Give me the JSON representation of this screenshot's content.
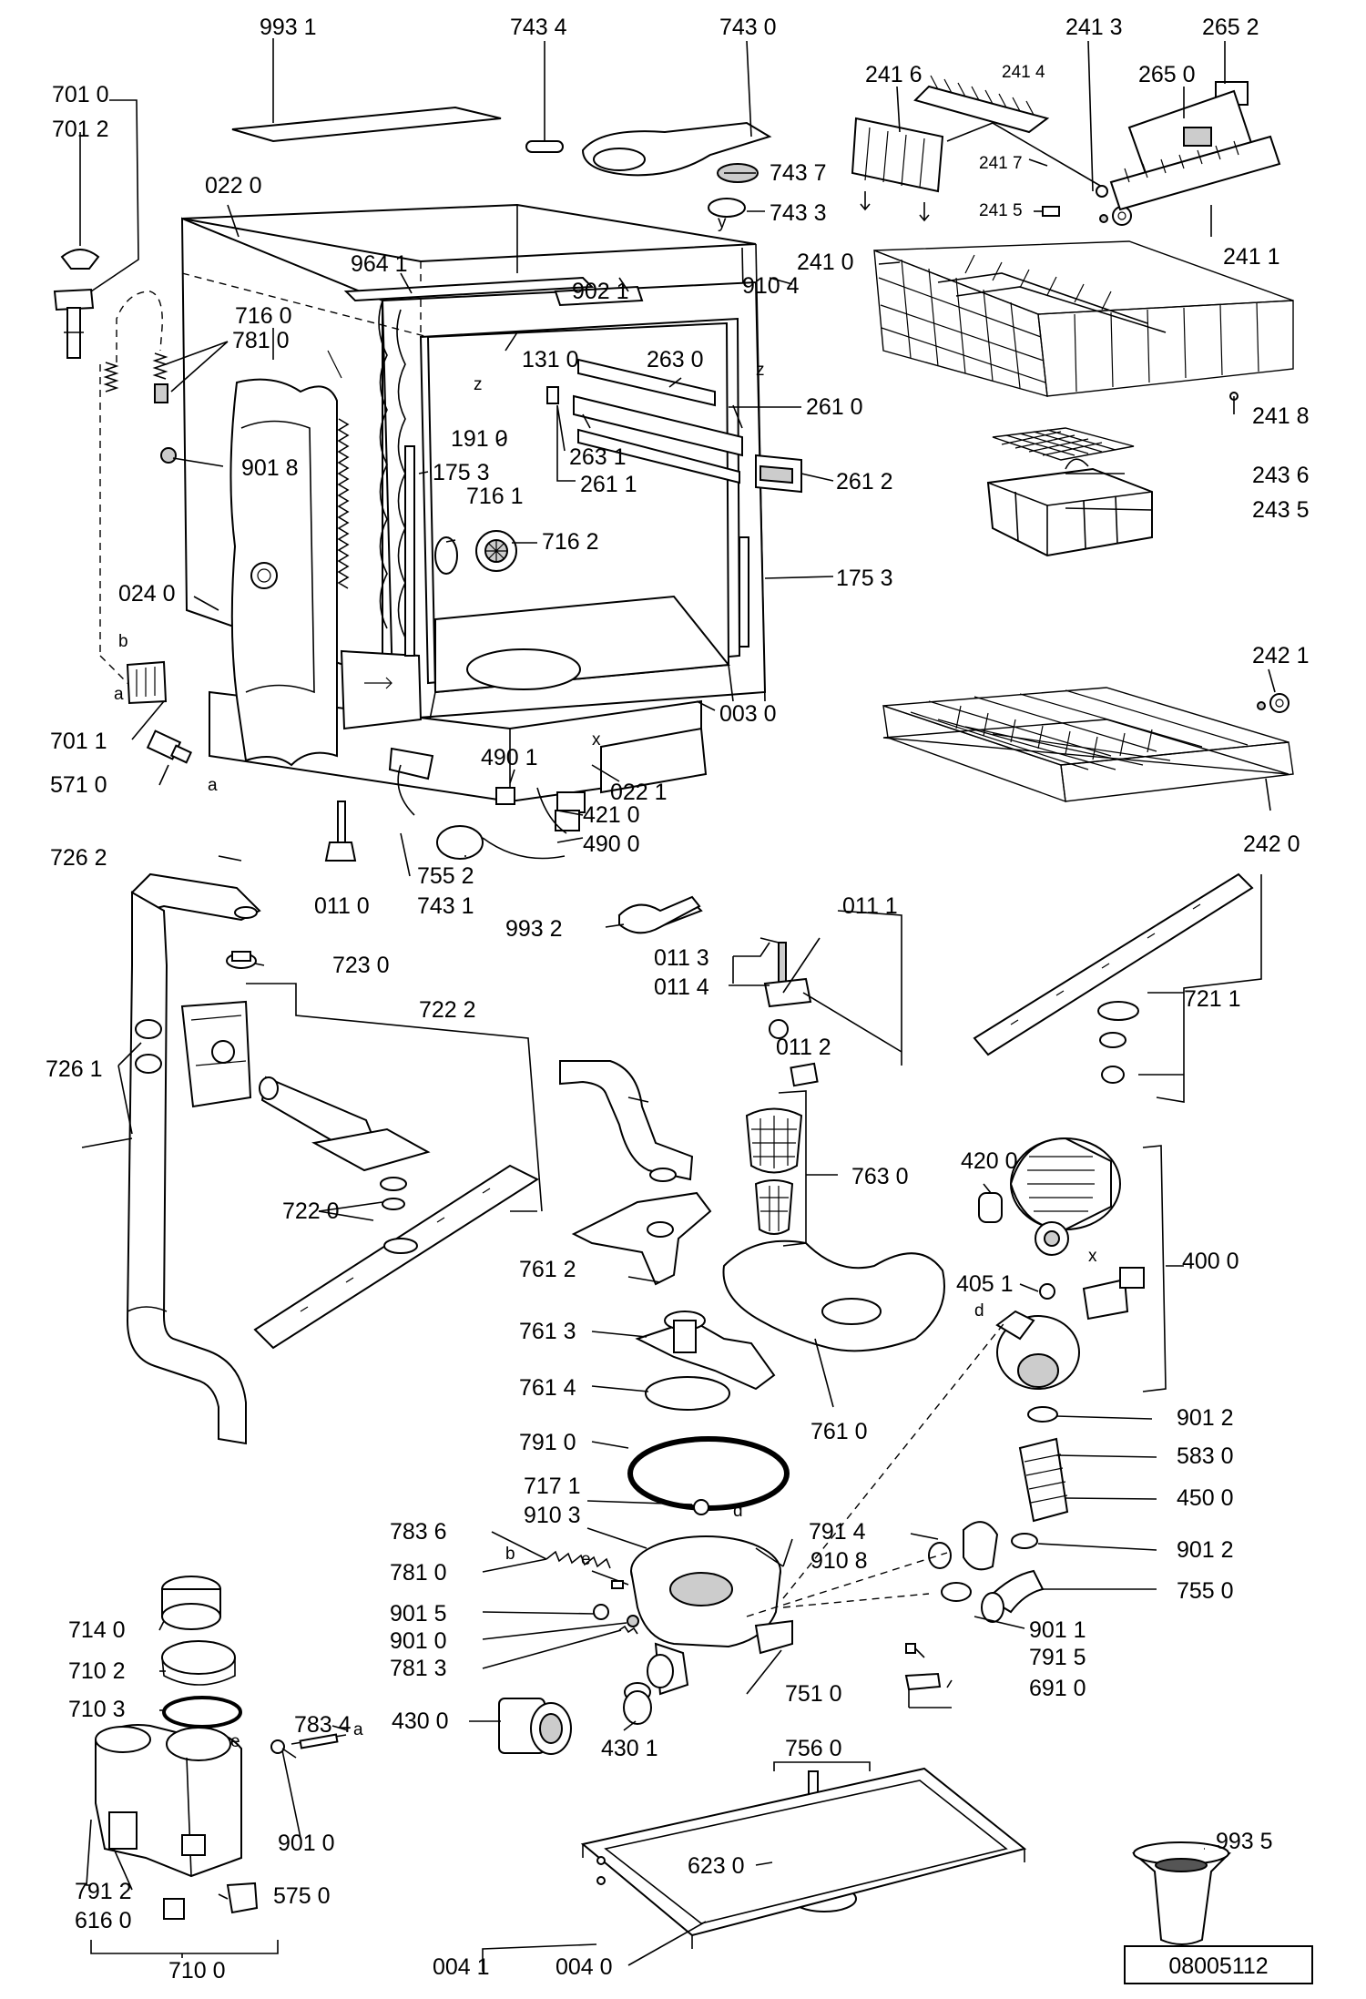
{
  "labels": {
    "l_9931": "993 1",
    "l_7434": "743 4",
    "l_7430": "743 0",
    "l_2416": "241 6",
    "l_2414": "241 4",
    "l_2413": "241 3",
    "l_2652": "265 2",
    "l_2650": "265 0",
    "l_7010": "701 0",
    "l_7012": "701 2",
    "l_0220": "022 0",
    "l_7437": "743 7",
    "l_7433": "743 3",
    "l_2417": "241 7",
    "l_2415": "241 5",
    "l_2411": "241 1",
    "l_9641": "964 1",
    "l_9021": "902 1",
    "l_9104": "910 4",
    "l_2410": "241 0",
    "l_7160": "716 0",
    "l_7810": "781 0",
    "l_1310": "131 0",
    "l_2630": "263 0",
    "l_2418": "241 8",
    "l_2610": "261 0",
    "l_1910": "191 0",
    "l_2631": "263 1",
    "l_9018": "901 8",
    "l_1753a": "175 3",
    "l_2611": "261 1",
    "l_2612": "261 2",
    "l_2436": "243 6",
    "l_7161": "716 1",
    "l_2435": "243 5",
    "l_7162": "716 2",
    "l_1753b": "175 3",
    "l_0240": "024 0",
    "l_2421": "242 1",
    "l_0030": "003 0",
    "l_7011": "701 1",
    "l_5710": "571 0",
    "l_4901": "490 1",
    "l_0221": "022 1",
    "l_4210": "421 0",
    "l_4900": "490 0",
    "l_2420": "242 0",
    "l_7262": "726 2",
    "l_7552": "755 2",
    "l_0110": "011 0",
    "l_7431": "743 1",
    "l_0111": "011 1",
    "l_9932": "993 2",
    "l_0113": "011 3",
    "l_7230": "723 0",
    "l_0114": "011 4",
    "l_7211": "721 1",
    "l_0112": "011 2",
    "l_7222": "722 2",
    "l_7261": "726 1",
    "l_7630": "763 0",
    "l_4200": "420 0",
    "l_7220": "722 0",
    "l_7612": "761 2",
    "l_4000": "400 0",
    "l_4051": "405 1",
    "l_7613": "761 3",
    "l_7614": "761 4",
    "l_7610": "761 0",
    "l_9012a": "901 2",
    "l_7910": "791 0",
    "l_5830": "583 0",
    "l_7171": "717 1",
    "l_4500": "450 0",
    "l_9103": "910 3",
    "l_7914": "791 4",
    "l_7836": "783 6",
    "l_9108": "910 8",
    "l_9012b": "901 2",
    "l_7810b": "781 0",
    "l_7550": "755 0",
    "l_9015": "901 5",
    "l_9011": "901 1",
    "l_9010a": "901 0",
    "l_7915": "791 5",
    "l_7813": "781 3",
    "l_7140": "714 0",
    "l_7510": "751 0",
    "l_6910": "691 0",
    "l_7102": "710 2",
    "l_7103": "710 3",
    "l_7834": "783 4",
    "l_4300": "430 0",
    "l_4301": "430 1",
    "l_7560": "756 0",
    "l_9010b": "901 0",
    "l_9935": "993 5",
    "l_6230": "623 0",
    "l_7912": "791 2",
    "l_5750": "575 0",
    "l_6160": "616 0",
    "l_0041": "004 1",
    "l_0040": "004 0",
    "l_7100": "710 0"
  },
  "markers": {
    "m_b1": "b",
    "m_a1": "a",
    "m_a2": "a",
    "m_x1": "x",
    "m_z1": "z",
    "m_z2": "z",
    "m_y1": "y",
    "m_x2": "x",
    "m_d1": "d",
    "m_d2": "d",
    "m_b2": "b",
    "m_e1": "e",
    "m_e2": "e",
    "m_a3": "a"
  },
  "reference": {
    "code": "08005112"
  }
}
